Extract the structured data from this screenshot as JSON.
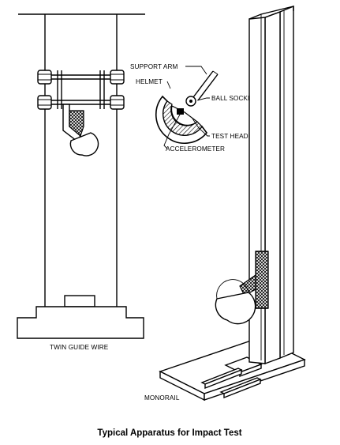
{
  "labels": {
    "support_arm": "SUPPORT ARM",
    "helmet": "HELMET",
    "ball_socket": "BALL SOCKET",
    "test_headform": "TEST HEADFORM",
    "accelerometer": "ACCELEROMETER",
    "twin_guide_wire": "TWIN GUIDE WIRE",
    "monorail": "MONORAIL"
  },
  "caption": "Typical Apparatus for Impact Test",
  "colors": {
    "line": "#000000",
    "background": "#ffffff"
  }
}
